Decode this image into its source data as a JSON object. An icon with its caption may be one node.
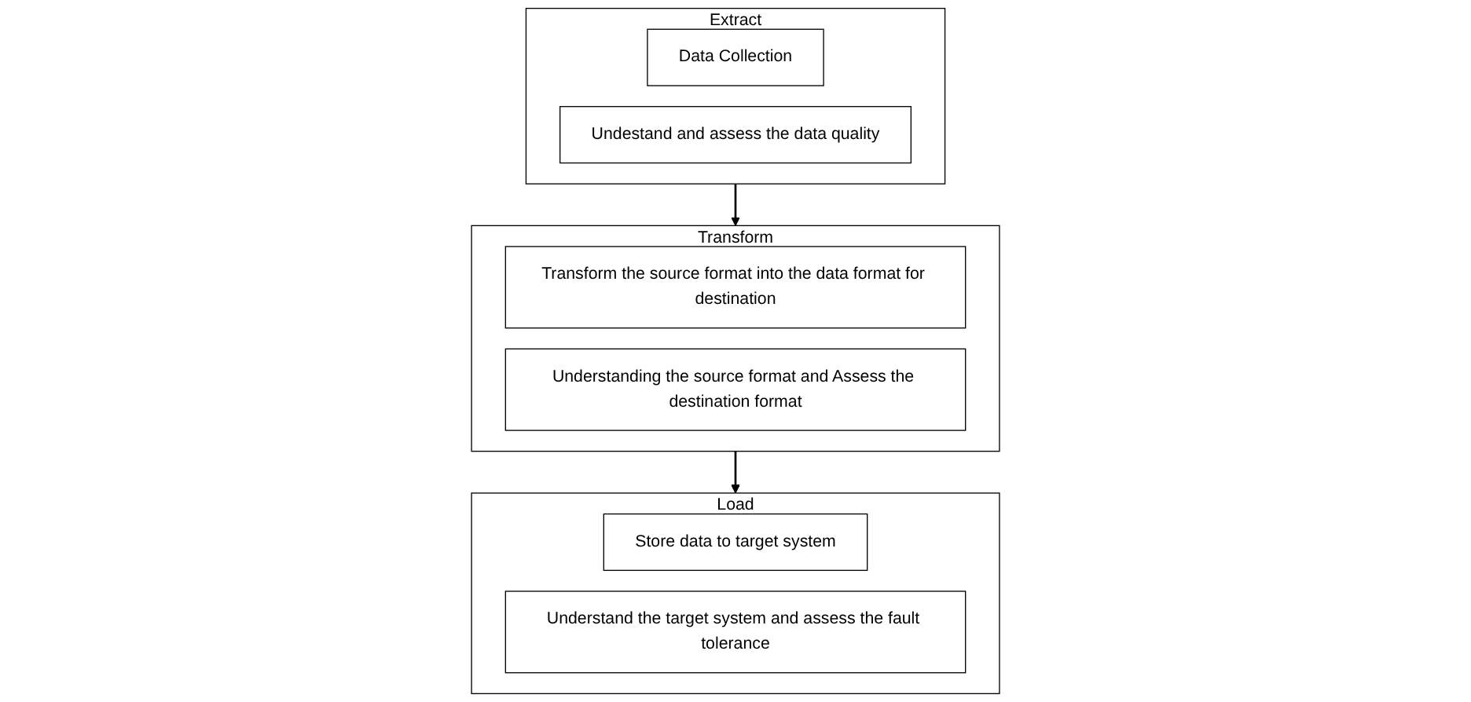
{
  "diagram": {
    "nodes": [
      {
        "text": [
          "Extract"
        ]
      },
      {
        "text": [
          "Data Collection"
        ],
        "in": 0
      },
      {
        "text": [
          "Undestand and assess the data quality"
        ],
        "in": 0
      },
      {
        "text": [
          "Transform"
        ]
      },
      {
        "text": [
          "Transform the source format into the data format for destination"
        ],
        "in": 3
      },
      {
        "text": [
          "Understanding the source format and Assess the destination format"
        ],
        "in": 3
      },
      {
        "text": [
          "Load"
        ]
      },
      {
        "text": [
          "Store data to target system"
        ],
        "in": 6
      },
      {
        "text": [
          "Understand the target system and assess the fault tolerance"
        ],
        "in": 6
      }
    ],
    "edges": [
      {
        "from": 0,
        "to": 3,
        "arrow": "to"
      },
      {
        "from": 3,
        "to": 6,
        "arrow": "to"
      }
    ]
  }
}
